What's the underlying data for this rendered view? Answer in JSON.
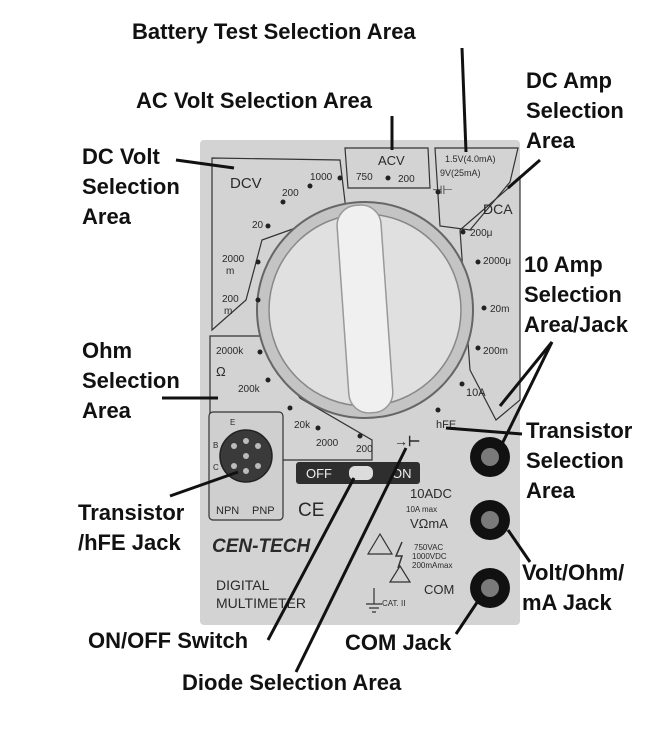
{
  "callouts": {
    "battery_test": "Battery Test Selection Area",
    "ac_volt": "AC Volt Selection Area",
    "dc_amp_1": "DC Amp",
    "dc_amp_2": "Selection",
    "dc_amp_3": "Area",
    "dc_volt_1": "DC Volt",
    "dc_volt_2": "Selection",
    "dc_volt_3": "Area",
    "ten_amp_1": "10 Amp",
    "ten_amp_2": "Selection",
    "ten_amp_3": "Area/Jack",
    "ohm_1": "Ohm",
    "ohm_2": "Selection",
    "ohm_3": "Area",
    "transistor_sel_1": "Transistor",
    "transistor_sel_2": "Selection",
    "transistor_sel_3": "Area",
    "transistor_jack_1": "Transistor",
    "transistor_jack_2": "/hFE Jack",
    "volt_ohm_1": "Volt/Ohm/",
    "volt_ohm_2": "mA Jack",
    "on_off": "ON/OFF Switch",
    "com_jack": "COM Jack",
    "diode": "Diode Selection Area"
  },
  "meter": {
    "dcv_label": "DCV",
    "acv_label": "ACV",
    "dca_label": "DCA",
    "dcv_1000": "1000",
    "dcv_200": "200",
    "dcv_20": "20",
    "dcv_2000m_a": "2000",
    "dcv_2000m_b": "m",
    "dcv_200m_a": "200",
    "dcv_200m_b": "m",
    "acv_750": "750",
    "acv_200": "200",
    "batt_15v": "1.5V(4.0mA)",
    "batt_9v": "9V(25mA)",
    "batt_symbol": "⊣⊢",
    "dca_200u": "200μ",
    "dca_2000u": "2000μ",
    "dca_20m": "20m",
    "dca_200m": "200m",
    "dca_10a": "10A",
    "ohm_2000k": "2000k",
    "ohm_symbol": "Ω",
    "ohm_200k": "200k",
    "ohm_20k": "20k",
    "ohm_2000": "2000",
    "ohm_200": "200",
    "hfe": "hFE",
    "diode_symbol": "→⊢",
    "off": "OFF",
    "on": "ON",
    "npn": "NPN",
    "pnp": "PNP",
    "pin_b": "B",
    "pin_c": "C",
    "pin_e": "E",
    "ce_mark": "CE",
    "jack_10adc": "10ADC",
    "jack_10a_max": "10A max",
    "jack_vohm": "VΩmA",
    "jack_com": "COM",
    "rating_1": "750VAC",
    "rating_2": "1000VDC",
    "rating_3": "200mAmax",
    "cat": "CAT. II",
    "brand": "CEN-TECH",
    "model_1": "DIGITAL",
    "model_2": "MULTIMETER"
  }
}
